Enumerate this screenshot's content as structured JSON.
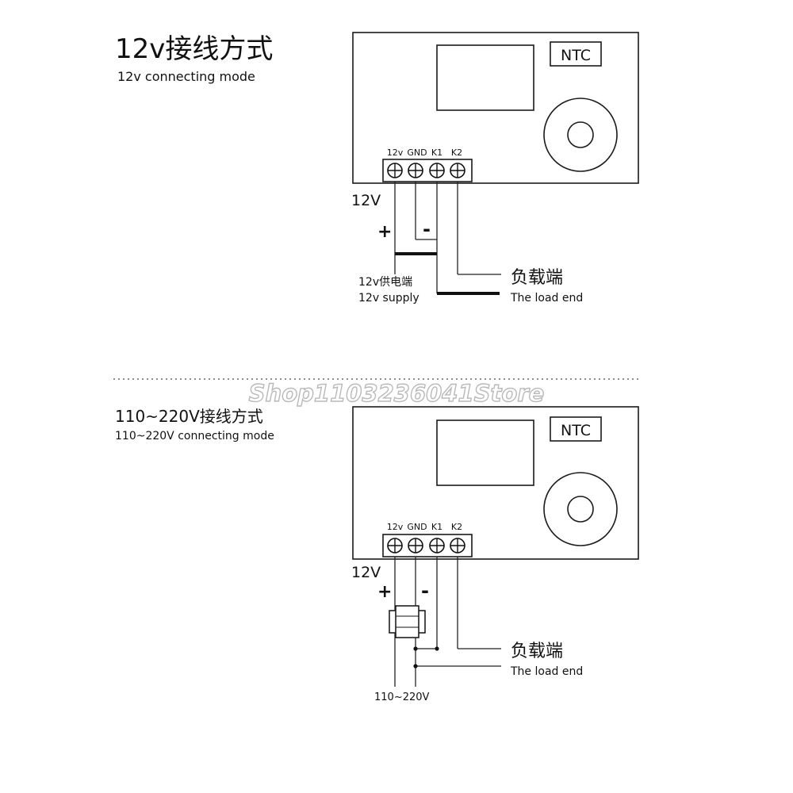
{
  "section_12v": {
    "title": "12v接线方式",
    "subtitle": "12v connecting mode",
    "ntc_label": "NTC",
    "terminals": [
      "12v",
      "GND",
      "K1",
      "K2"
    ],
    "voltage_label": "12V",
    "plus_sign": "+",
    "minus_sign": "-",
    "supply_cn": "12v供电端",
    "supply_en": "12v supply",
    "load_cn": "负载端",
    "load_en": "The load end"
  },
  "section_ac": {
    "title": "110~220V接线方式",
    "subtitle": "110~220V connecting mode",
    "ntc_label": "NTC",
    "terminals": [
      "12v",
      "GND",
      "K1",
      "K2"
    ],
    "voltage_label": "12V",
    "plus_sign": "+",
    "minus_sign": "-",
    "supply_label": "110~220V",
    "load_cn": "负载端",
    "load_en": "The load end"
  },
  "watermark": "Shop1103236041Store"
}
